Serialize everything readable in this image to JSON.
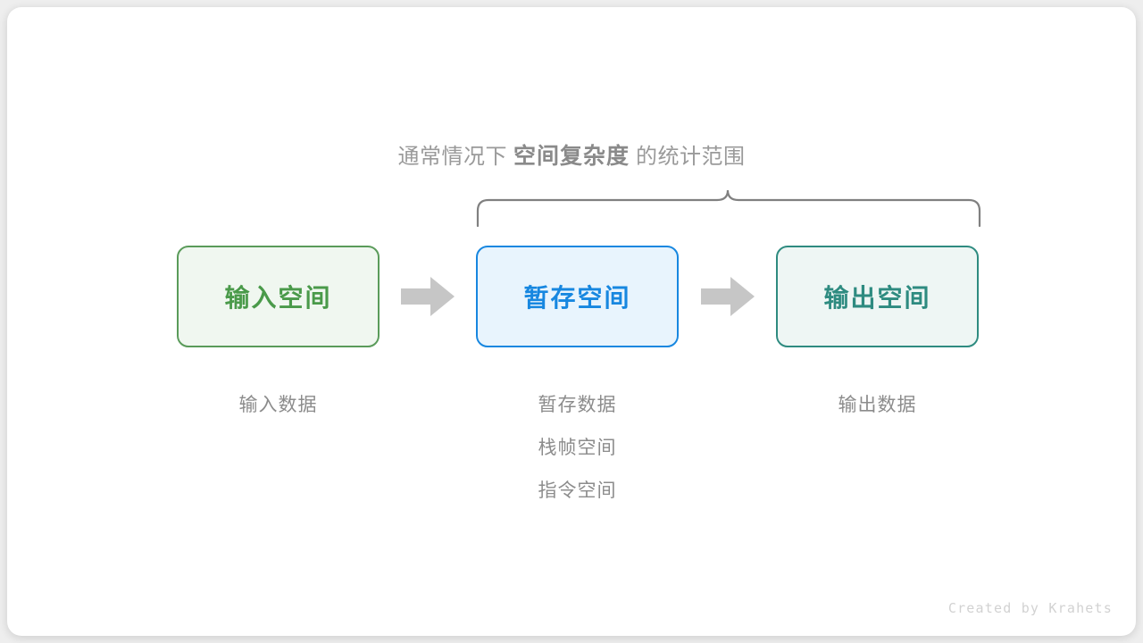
{
  "diagram": {
    "title": {
      "prefix": "通常情况下",
      "emphasis": "空间复杂度",
      "suffix": "的统计范围"
    },
    "brace": {
      "name": "scope-brace",
      "spans_boxes": [
        "暂存空间",
        "输出空间"
      ]
    },
    "boxes": [
      {
        "id": "input",
        "label": "输入空间",
        "fill": "#f0f7f0",
        "border": "#5a9b5a",
        "text_color": "#4a9a4a",
        "captions": [
          "输入数据"
        ]
      },
      {
        "id": "temp",
        "label": "暂存空间",
        "fill": "#e8f4fd",
        "border": "#1787e0",
        "text_color": "#1787e0",
        "captions": [
          "暂存数据",
          "栈帧空间",
          "指令空间"
        ]
      },
      {
        "id": "output",
        "label": "输出空间",
        "fill": "#eef6f4",
        "border": "#2e8b80",
        "text_color": "#2e8b80",
        "captions": [
          "输出数据"
        ]
      }
    ],
    "arrows": [
      {
        "id": "arrow-1",
        "from": "input",
        "to": "temp",
        "color": "#c6c6c6"
      },
      {
        "id": "arrow-2",
        "from": "temp",
        "to": "output",
        "color": "#c6c6c6"
      }
    ],
    "watermark": "Created by Krahets",
    "colors": {
      "background": "#eeeeee",
      "card": "#ffffff",
      "muted_text": "#8c8c8c",
      "brace_stroke": "#808080"
    }
  }
}
